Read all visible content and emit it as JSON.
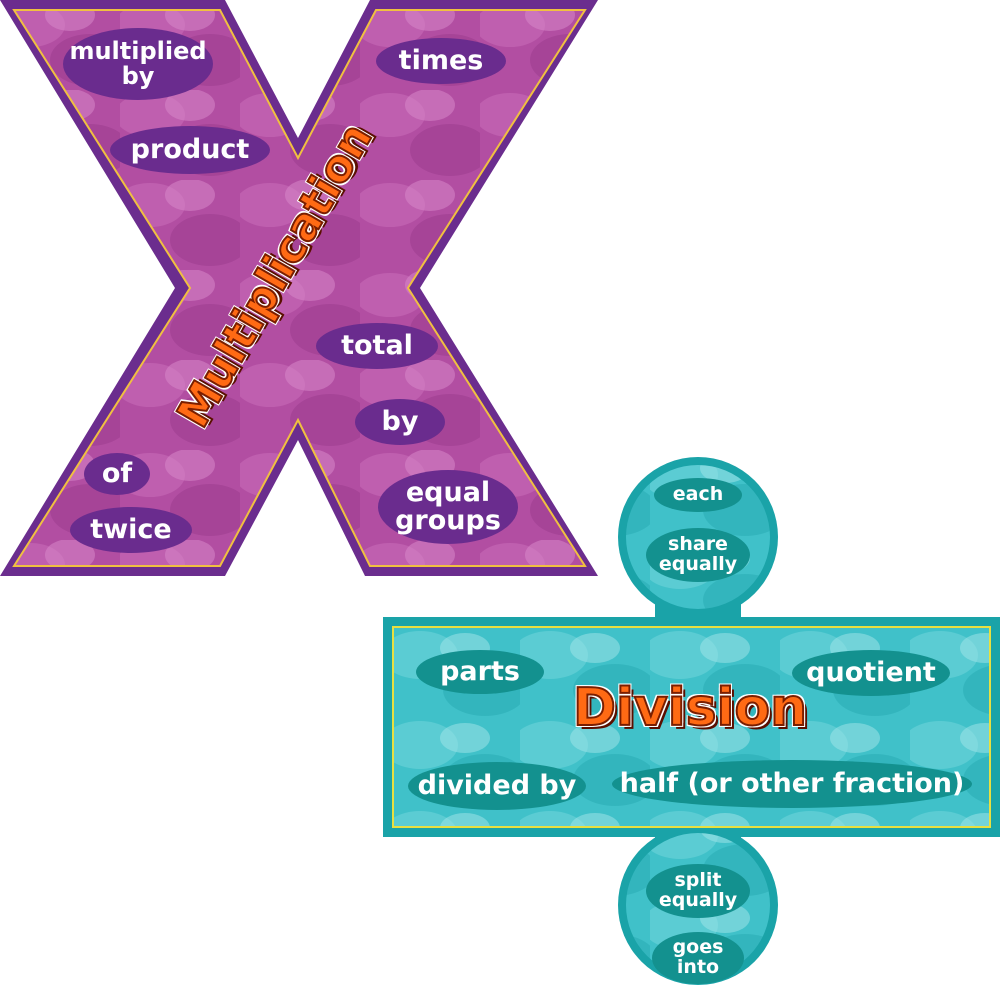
{
  "multiplication": {
    "title": "Multiplication",
    "words": {
      "multiplied_by": "multiplied by",
      "times": "times",
      "product": "product",
      "total": "total",
      "by": "by",
      "of": "of",
      "twice": "twice",
      "equal_groups": "equal groups"
    },
    "colors": {
      "body": "#b04a9e",
      "outline": "#6b2d8e",
      "label": "#6a2c8e",
      "title": "#ff6a14"
    }
  },
  "division": {
    "title": "Division",
    "words": {
      "each": "each",
      "share_equally": "share equally",
      "parts": "parts",
      "quotient": "quotient",
      "divided_by": "divided by",
      "half": "half (or other fraction)",
      "split_equally": "split equally",
      "goes_into": "goes into"
    },
    "colors": {
      "body": "#3fc0c8",
      "outline": "#1aa3a8",
      "label": "#13918f",
      "title": "#ff6a14"
    }
  }
}
